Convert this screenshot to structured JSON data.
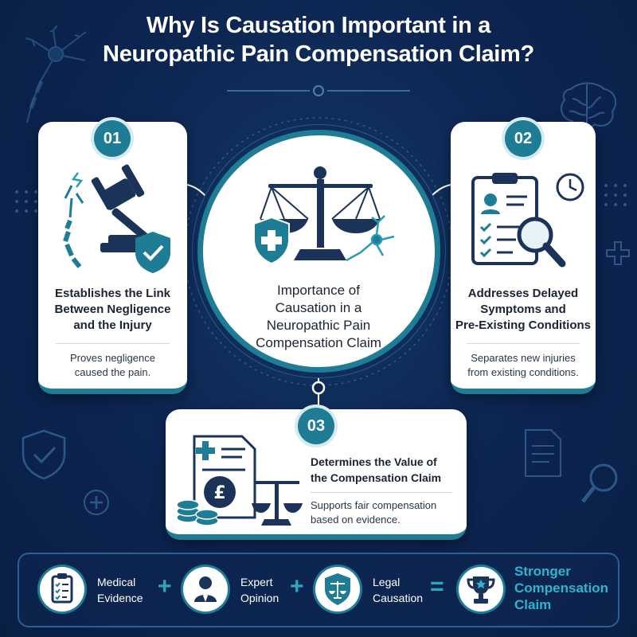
{
  "title": {
    "line1": "Why Is Causation Important in a",
    "line2": "Neuropathic Pain Compensation Claim?"
  },
  "center": {
    "line1": "Importance of",
    "line2": "Causation in a",
    "line3": "Neuropathic Pain",
    "line4": "Compensation Claim"
  },
  "cards": [
    {
      "number": "01",
      "heading": [
        "Establishes the Link",
        "Between Negligence",
        "and the Injury"
      ],
      "desc": [
        "Proves negligence",
        "caused the pain."
      ]
    },
    {
      "number": "02",
      "heading": [
        "Addresses Delayed",
        "Symptoms and",
        "Pre-Existing Conditions"
      ],
      "desc": [
        "Separates new injuries",
        "from existing conditions."
      ]
    },
    {
      "number": "03",
      "heading": [
        "Determines the Value of",
        "the Compensation Claim"
      ],
      "desc": [
        "Supports fair compensation",
        "based on evidence."
      ]
    }
  ],
  "equation": {
    "items": [
      {
        "line1": "Medical",
        "line2": "Evidence",
        "icon": "clipboard-checklist-icon"
      },
      {
        "line1": "Expert",
        "line2": "Opinion",
        "icon": "expert-person-icon"
      },
      {
        "line1": "Legal",
        "line2": "Causation",
        "icon": "shield-scales-icon"
      }
    ],
    "plus": "+",
    "equals": "=",
    "result": {
      "line1": "Stronger",
      "line2": "Compensation",
      "line3": "Claim",
      "icon": "trophy-icon"
    }
  },
  "colors": {
    "background": "#0c2450",
    "accent": "#1f7c95",
    "accent_light": "#2fb4cf",
    "card": "#ffffff",
    "navy_icon": "#1b3358"
  }
}
